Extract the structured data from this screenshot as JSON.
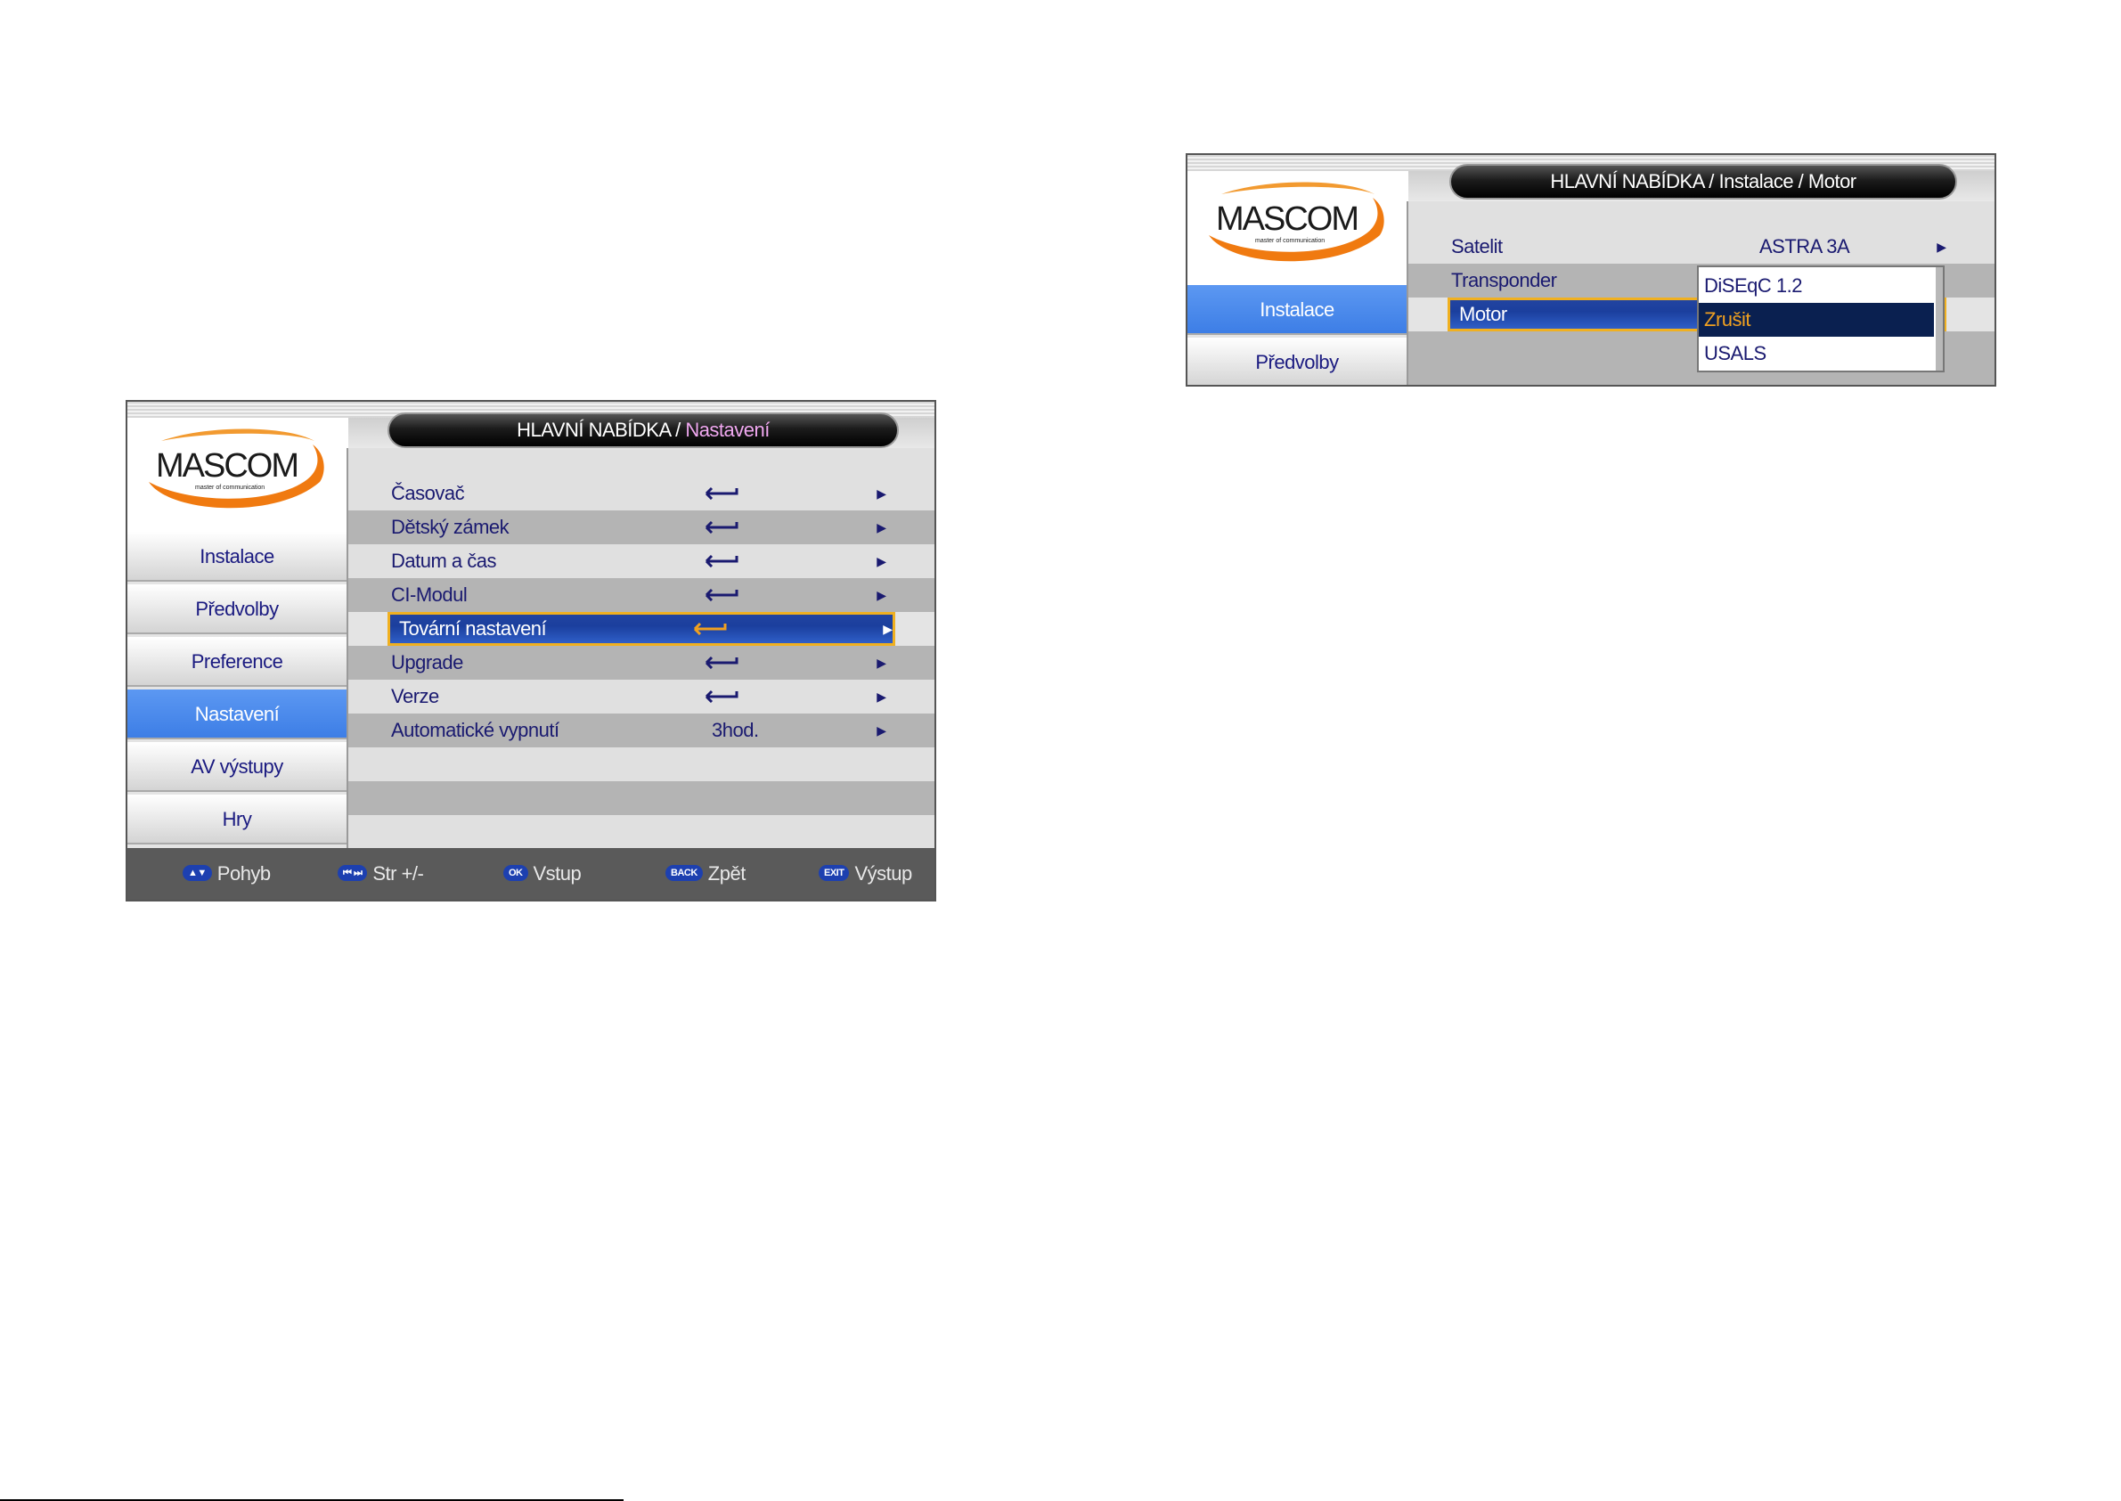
{
  "screen1": {
    "title": "HLAVNÍ NABÍDKA",
    "crumb": "Nastavení",
    "logo": {
      "brand": "MASCOM",
      "tagline": "master of communication"
    },
    "sidebar": [
      {
        "label": "Instalace"
      },
      {
        "label": "Předvolby"
      },
      {
        "label": "Preference"
      },
      {
        "label": "Nastavení",
        "active": true
      },
      {
        "label": "AV výstupy"
      },
      {
        "label": "Hry"
      }
    ],
    "rows": [
      {
        "label": "Časovač"
      },
      {
        "label": "Dětský zámek"
      },
      {
        "label": "Datum a čas"
      },
      {
        "label": "CI-Modul"
      },
      {
        "label": "Tovární nastavení",
        "selected": true
      },
      {
        "label": "Upgrade"
      },
      {
        "label": "Verze"
      },
      {
        "label": "Automatické vypnutí",
        "value": "3hod."
      }
    ],
    "footer": [
      {
        "key": "▲▼",
        "label": "Pohyb"
      },
      {
        "key": "⏮ ⏭",
        "label": "Str +/-"
      },
      {
        "key": "OK",
        "label": "Vstup"
      },
      {
        "key": "BACK",
        "label": "Zpět"
      },
      {
        "key": "EXIT",
        "label": "Výstup"
      }
    ]
  },
  "screen2": {
    "title": "HLAVNÍ NABÍDKA / Instalace / Motor",
    "logo": {
      "brand": "MASCOM",
      "tagline": "master of communication"
    },
    "sidebar": [
      {
        "label": "Instalace",
        "active": true
      },
      {
        "label": "Předvolby"
      }
    ],
    "rows": [
      {
        "label": "Satelit",
        "value": "ASTRA 3A"
      },
      {
        "label": "Transponder"
      },
      {
        "label": "Motor",
        "selected": true
      }
    ],
    "dropdown": [
      {
        "label": "DiSEqC 1.2"
      },
      {
        "label": "Zrušit",
        "selected": true
      },
      {
        "label": "USALS"
      }
    ]
  },
  "colors": {
    "accent_blue": "#3d7ee6",
    "selection_border": "#f0b020",
    "text_navy": "#1a1a70",
    "crumb_pink": "#f0a8f0",
    "logo_orange": "#f07a10"
  }
}
